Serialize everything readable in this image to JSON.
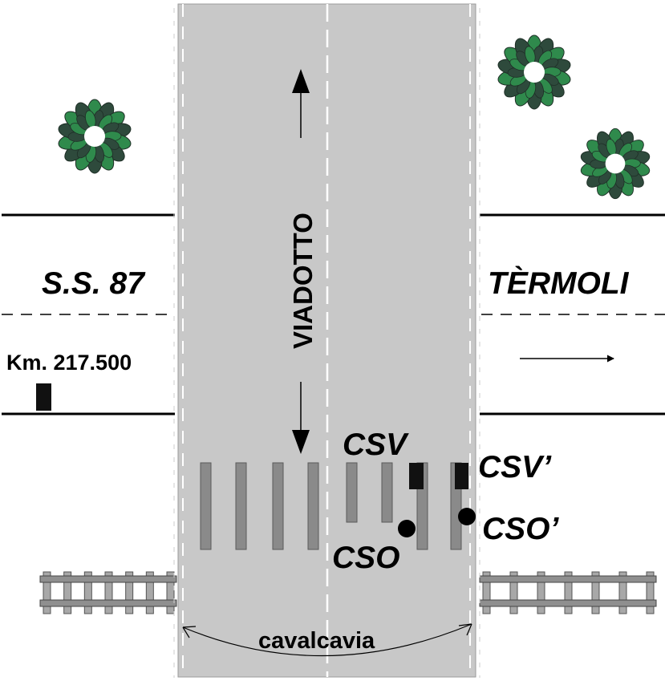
{
  "road": {
    "name_left": "S.S. 87",
    "name_right": "TÈRMOLI",
    "km_marker": "Km. 217.500"
  },
  "viaduct": {
    "label": "VIADOTTO"
  },
  "sensors": {
    "csv": "CSV",
    "csv_prime": "CSV’",
    "cso": "CSO",
    "cso_prime": "CSO’"
  },
  "overpass": {
    "label": "cavalcavia"
  },
  "colors": {
    "viaduct_fill": "#c8c8c8",
    "pier_fill": "#8a8a8a",
    "tree_dark": "#2e4a3c",
    "tree_light": "#2f8a4c",
    "rail": "#8f8f8f"
  },
  "icons": [
    "tree-icon",
    "railway-track-icon",
    "arrow-icon",
    "marker-post-icon",
    "sensor-dot-icon"
  ]
}
